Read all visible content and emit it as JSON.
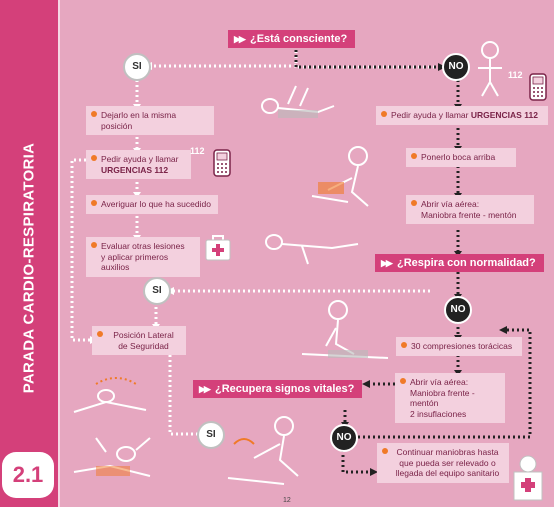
{
  "sidebar": {
    "title": "PARADA CARDIO-RESPIRATORIA",
    "chapter": "2.1"
  },
  "questions": {
    "conscious": "¿Está consciente?",
    "breathing": "¿Respira con normalidad?",
    "vitals": "¿Recupera signos vitales?"
  },
  "decisions": {
    "si": "SI",
    "no": "NO"
  },
  "steps": {
    "dejarlo": "Dejarlo en la misma posición",
    "pedir_ayuda_left_1": "Pedir ayuda y llamar",
    "pedir_ayuda_left_2": "URGENCIAS 112",
    "averiguar": "Averiguar lo que ha sucedido",
    "evaluar_1": "Evaluar otras lesiones",
    "evaluar_2": "y aplicar primeros auxilios",
    "posicion_1": "Posición Lateral",
    "posicion_2": "de Seguridad",
    "pedir_ayuda_right_1": "Pedir ayuda y llamar ",
    "pedir_ayuda_right_2": "URGENCIAS 112",
    "ponerlo": "Ponerlo boca arriba",
    "abrir1_1": "Abrir vía aérea:",
    "abrir1_2": "Maniobra frente - mentón",
    "compresiones": "30 compresiones torácicas",
    "abrir2_1": "Abrir vía aérea:",
    "abrir2_2": "Maniobra frente - mentón",
    "abrir2_3": "2 insuflaciones",
    "continuar_1": "Continuar maniobras hasta",
    "continuar_2": "que pueda ser relevado o",
    "continuar_3": "llegada del equipo sanitario"
  },
  "phone_labels": {
    "left": "112",
    "right": "112"
  },
  "page_number": "12",
  "colors": {
    "background": "#e6a7c0",
    "sidebar": "#d4407a",
    "box": "#f3d0de",
    "bullet": "#f07a28"
  },
  "icons": [
    "phone-icon",
    "first-aid-kit-icon",
    "victim-illustration",
    "rescuer-illustration",
    "paramedic-illustration"
  ]
}
